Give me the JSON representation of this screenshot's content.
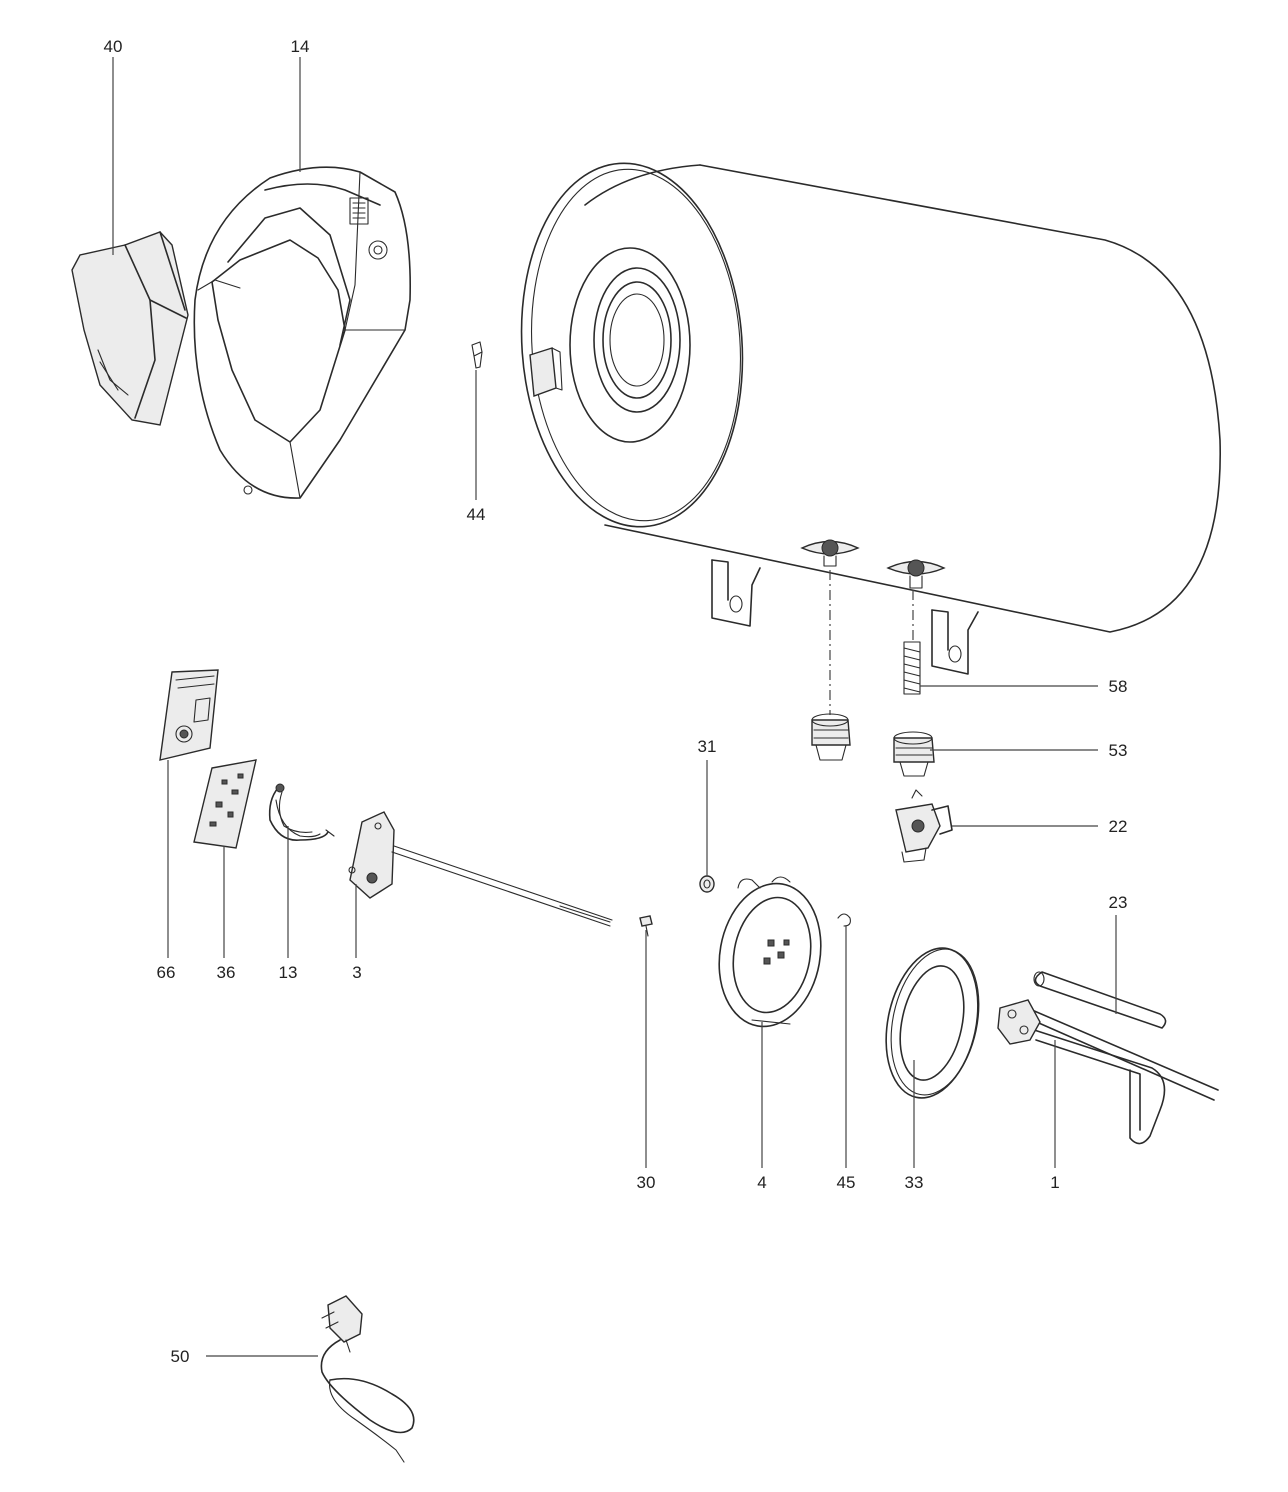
{
  "callouts": [
    {
      "id": "40",
      "text": "40"
    },
    {
      "id": "14",
      "text": "14"
    },
    {
      "id": "44",
      "text": "44"
    },
    {
      "id": "58",
      "text": "58"
    },
    {
      "id": "53",
      "text": "53"
    },
    {
      "id": "22",
      "text": "22"
    },
    {
      "id": "31",
      "text": "31"
    },
    {
      "id": "23",
      "text": "23"
    },
    {
      "id": "66",
      "text": "66"
    },
    {
      "id": "36",
      "text": "36"
    },
    {
      "id": "13",
      "text": "13"
    },
    {
      "id": "3",
      "text": "3"
    },
    {
      "id": "30",
      "text": "30"
    },
    {
      "id": "4",
      "text": "4"
    },
    {
      "id": "45",
      "text": "45"
    },
    {
      "id": "33",
      "text": "33"
    },
    {
      "id": "1",
      "text": "1"
    },
    {
      "id": "50",
      "text": "50"
    }
  ]
}
